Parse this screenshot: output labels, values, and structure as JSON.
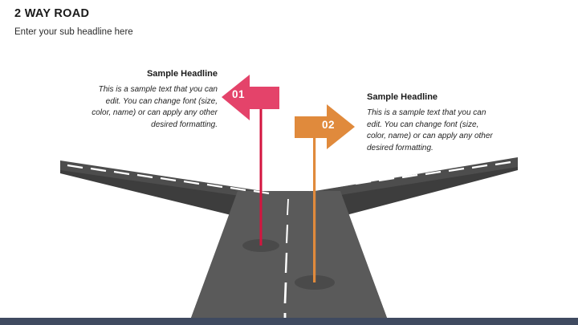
{
  "header": {
    "title": "2 WAY ROAD",
    "subtitle": "Enter your sub headline here"
  },
  "items": [
    {
      "number": "01",
      "headline": "Sample Headline",
      "body": "This is a sample text that you can edit. You can change font (size, color, name) or can apply any other desired formatting.",
      "color": "#e4436a",
      "pole_color": "#d3153f",
      "direction": "left"
    },
    {
      "number": "02",
      "headline": "Sample Headline",
      "body": "This is a sample text that you can edit. You can change font (size, color, name) or can apply any other desired formatting.",
      "color": "#e08a3c",
      "pole_color": "#e08a3c",
      "direction": "right"
    }
  ],
  "scene": {
    "road_surface_color": "#5a5a5a",
    "road_edge_color": "#3d3d3d",
    "road_arm_color": "#4d4d4d",
    "lane_dash_color": "#ffffff",
    "shadow_color": "#4a4a4a",
    "background_color": "#ffffff",
    "bottom_bar_color": "#3f4a60"
  }
}
